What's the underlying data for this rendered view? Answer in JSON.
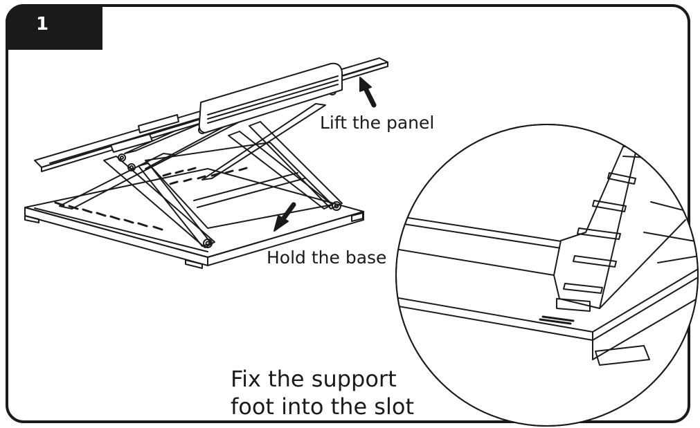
{
  "step": {
    "number": "1"
  },
  "instructions": {
    "lift_panel": "Lift the panel",
    "hold_base": "Hold the base",
    "fix_support": "Fix the support\nfoot into the slot"
  },
  "colors": {
    "ink": "#1a1a1a",
    "background": "#ffffff"
  }
}
